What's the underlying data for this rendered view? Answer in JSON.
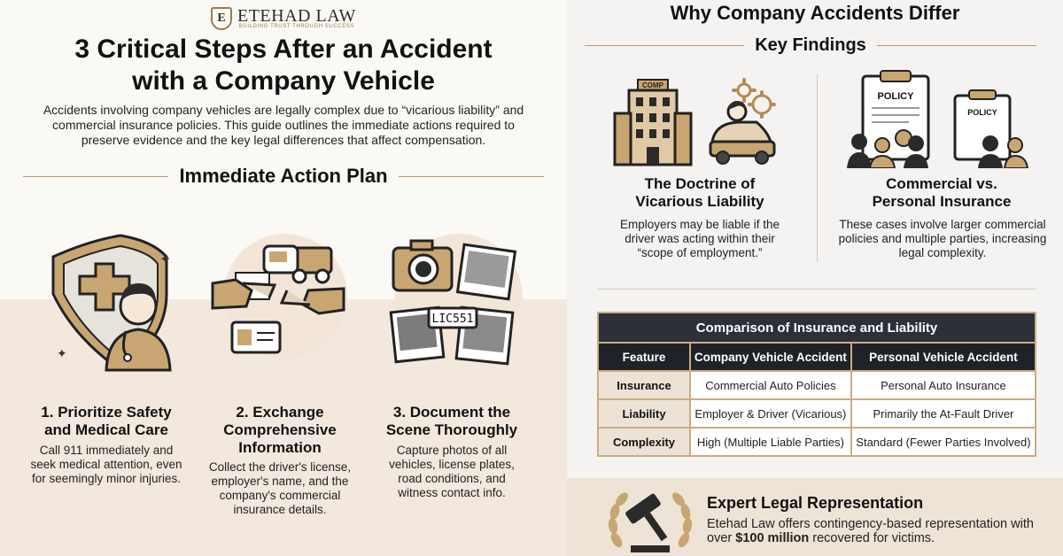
{
  "logo": {
    "monogram": "E",
    "name": "ETEHAD LAW",
    "tagline": "BUILDING TRUST THROUGH SUCCESS"
  },
  "main_title_line1": "3 Critical Steps After an Accident",
  "main_title_line2": "with a Company Vehicle",
  "intro": "Accidents involving company vehicles are legally complex due to “vicarious liability” and commercial insurance policies. This guide outlines the immediate actions required to preserve evidence and the key legal differences that affect compensation.",
  "action_plan_heading": "Immediate Action Plan",
  "steps": [
    {
      "title_line1": "1. Prioritize Safety",
      "title_line2": "and Medical Care",
      "title_line3": "",
      "text": "Call 911 immediately and seek medical attention, even for seemingly minor injuries."
    },
    {
      "title_line1": "2. Exchange",
      "title_line2": "Comprehensive",
      "title_line3": "Information",
      "text": "Collect the driver's license, employer's name, and the company's commercial insurance details."
    },
    {
      "title_line1": "3. Document the",
      "title_line2": "Scene Thoroughly",
      "title_line3": "",
      "text": "Capture photos of all vehicles, license plates, road conditions, and witness contact info."
    }
  ],
  "plate_text": "LIC551",
  "building_sign": "COMP",
  "policy_label": "POLICY",
  "right_title": "Why Company Accidents Differ",
  "key_findings_heading": "Key Findings",
  "findings": [
    {
      "title_line1": "The Doctrine of",
      "title_line2": "Vicarious Liability",
      "text": "Employers may be liable if the driver was acting within their “scope of employment.”"
    },
    {
      "title_line1": "Commercial vs.",
      "title_line2": "Personal Insurance",
      "text": "These cases involve larger commercial policies and multiple parties, increasing legal complexity."
    }
  ],
  "table": {
    "caption": "Comparison of Insurance and Liability",
    "headers": [
      "Feature",
      "Company Vehicle Accident",
      "Personal Vehicle Accident"
    ],
    "rows": [
      [
        "Insurance",
        "Commercial Auto Policies",
        "Personal Auto Insurance"
      ],
      [
        "Liability",
        "Employer & Driver (Vicarious)",
        "Primarily the At-Fault Driver"
      ],
      [
        "Complexity",
        "High (Multiple Liable Parties)",
        "Standard (Fewer Parties Involved)"
      ]
    ]
  },
  "expert": {
    "title": "Expert Legal Representation",
    "text_before": "Etehad Law offers contingency-based representation with over ",
    "text_bold": "$100 million",
    "text_after": " recovered for victims."
  },
  "colors": {
    "gold": "#b58c55",
    "dark": "#2d3038",
    "beige": "#f2e8de"
  },
  "icons": [
    "shield-doctor-icon",
    "document-exchange-icon",
    "camera-photos-icon",
    "office-building-icon",
    "driver-car-icon",
    "gear-icon",
    "policy-clipboard-icon",
    "people-group-icon",
    "gavel-laurel-icon"
  ]
}
